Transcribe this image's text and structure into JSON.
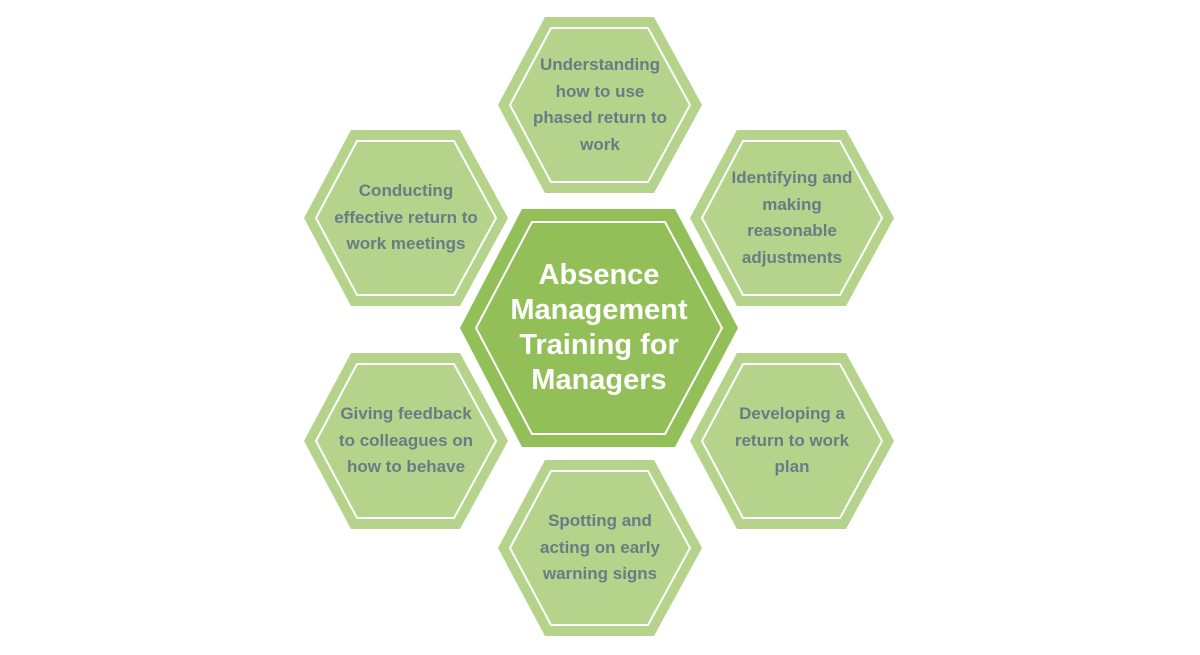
{
  "colors": {
    "outer_fill": "#b5d38a",
    "outer_inner_stroke": "#ffffff",
    "center_fill": "#92bf58",
    "center_inner_stroke": "#ffffff",
    "outer_text": "#6b7b86",
    "center_text": "#ffffff"
  },
  "center": {
    "title": "Absence Management Training for Managers"
  },
  "nodes": [
    {
      "id": "top",
      "text": "Understanding how to use phased return to work"
    },
    {
      "id": "upper-right",
      "text": "Identifying and making reasonable adjustments"
    },
    {
      "id": "lower-right",
      "text": "Developing a return to work plan"
    },
    {
      "id": "bottom",
      "text": "Spotting and acting on early warning signs"
    },
    {
      "id": "lower-left",
      "text": "Giving feedback to colleagues on how to behave"
    },
    {
      "id": "upper-left",
      "text": "Conducting effective return to work meetings"
    }
  ]
}
